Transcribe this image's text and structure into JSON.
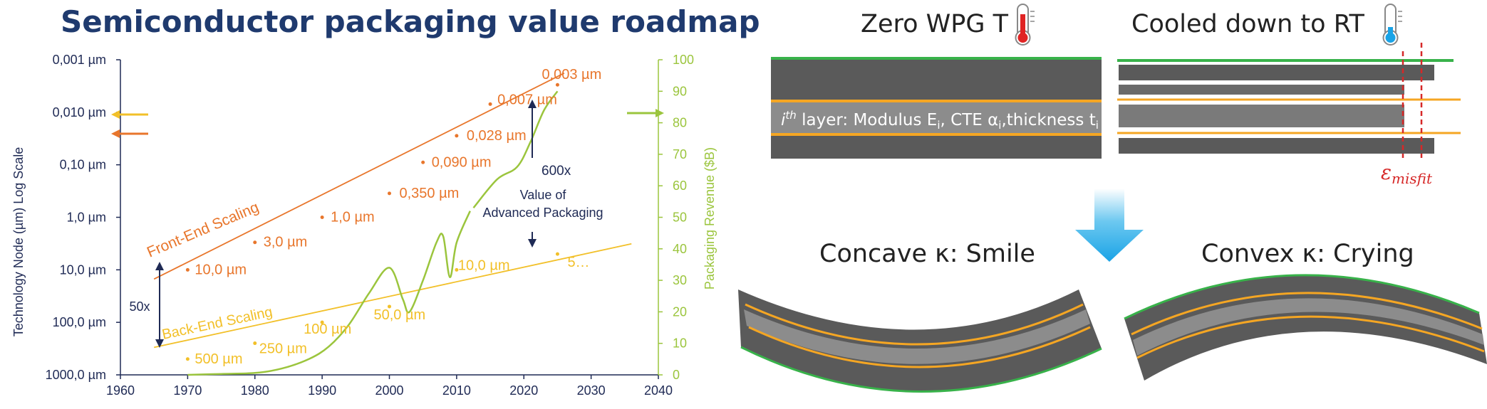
{
  "chart_data": {
    "type": "scatter",
    "title": "Semiconductor packaging value roadmap",
    "xlabel": "",
    "ylabel": "Technology Node (µm) Log Scale",
    "y2label": "Packaging Revenue ($B)",
    "x_ticks": [
      "1960",
      "1970",
      "1980",
      "1990",
      "2000",
      "2010",
      "2020",
      "2030",
      "2040"
    ],
    "xlim": [
      1960,
      2040
    ],
    "y_log_ticks": [
      "0,001 µm",
      "0,010 µm",
      "0,10 µm",
      "1,0 µm",
      "10,0 µm",
      "100,0 µm",
      "1000,0 µm"
    ],
    "y_log_scale": true,
    "y2_ticks": [
      "100",
      "90",
      "80",
      "70",
      "60",
      "50",
      "40",
      "30",
      "20",
      "10",
      "0"
    ],
    "y2lim": [
      0,
      100
    ],
    "series": [
      {
        "name": "Front-End Scaling",
        "color": "#e8762c",
        "points": [
          {
            "x": 1970,
            "y": 10,
            "label": "10,0 µm"
          },
          {
            "x": 1980,
            "y": 3,
            "label": "3,0 µm"
          },
          {
            "x": 1990,
            "y": 1,
            "label": "1,0 µm"
          },
          {
            "x": 2000,
            "y": 0.35,
            "label": "0,350 µm"
          },
          {
            "x": 2005,
            "y": 0.09,
            "label": "0,090 µm"
          },
          {
            "x": 2010,
            "y": 0.028,
            "label": "0,028 µm"
          },
          {
            "x": 2015,
            "y": 0.007,
            "label": "0,007 µm"
          },
          {
            "x": 2025,
            "y": 0.003,
            "label": "0,003 µm"
          }
        ]
      },
      {
        "name": "Back-End Scaling",
        "color": "#f2c029",
        "points": [
          {
            "x": 1970,
            "y": 500,
            "label": "500 µm"
          },
          {
            "x": 1980,
            "y": 250,
            "label": "250 µm"
          },
          {
            "x": 1990,
            "y": 100,
            "label": "100 µm"
          },
          {
            "x": 2000,
            "y": 50,
            "label": "50,0 µm"
          },
          {
            "x": 2010,
            "y": 10,
            "label": "10,0 µm"
          },
          {
            "x": 2025,
            "y": 5,
            "label": "5…"
          }
        ]
      },
      {
        "name": "Packaging Revenue",
        "color": "#9bc53d",
        "axis": "right",
        "x": [
          1970,
          1975,
          1980,
          1984,
          1988,
          1991,
          1994,
          1997,
          2000,
          2002,
          2003,
          2005,
          2007,
          2008,
          2009,
          2010,
          2012,
          2012.5,
          2016,
          2019,
          2021,
          2023,
          2025
        ],
        "y": [
          0,
          0.3,
          0.6,
          2,
          5,
          9,
          16,
          26,
          34,
          24,
          20,
          30,
          42,
          44,
          31,
          42,
          52,
          53,
          62,
          66,
          74,
          84,
          90
        ]
      }
    ],
    "annotations": {
      "front_end_line": "Front-End Scaling",
      "back_end_line": "Back-End Scaling",
      "gap_left": "50x",
      "gap_right": "600x",
      "value_label_line1": "Value of",
      "value_label_line2": "Advanced Packaging"
    },
    "grid": false,
    "legend": "none"
  },
  "diagram": {
    "top_left_label": "Zero WPG T",
    "top_right_label": "Cooled down to RT",
    "layer_label": "i^th layer: Modulus E_i, CTE α_i, thickness t_i",
    "misfit_label": "ε_misfit",
    "bottom_left_label": "Concave κ: Smile",
    "bottom_right_label": "Convex κ: Crying",
    "colors": {
      "layer_dark": "#5a5a5a",
      "layer_light": "#8c8c8c",
      "interface": "#f5a623",
      "top_surface": "#38b24a",
      "arrow": "#1aa3e6",
      "misfit": "#d62828",
      "thermo_hot": "#e02424",
      "thermo_cold": "#1aa3e6"
    }
  }
}
